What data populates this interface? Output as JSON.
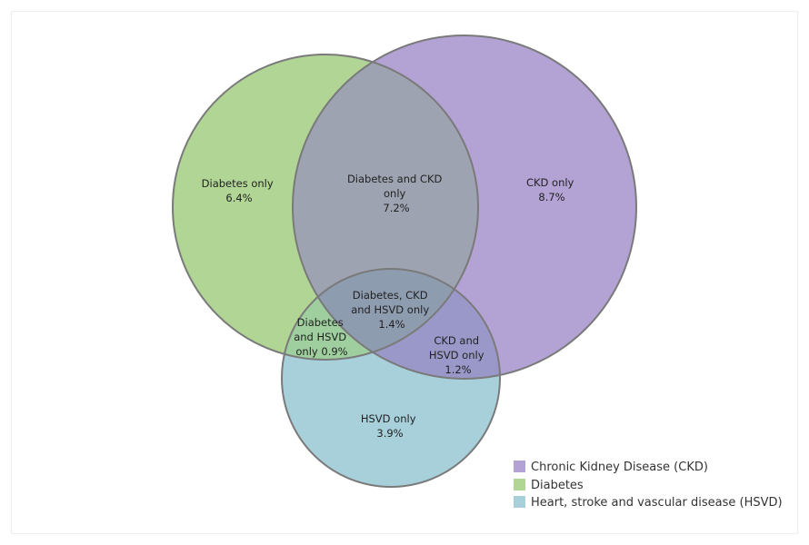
{
  "sets": [
    {
      "key": "ckd",
      "legend": "Chronic Kidney Disease (CKD)",
      "color": "#b3a2d4"
    },
    {
      "key": "diabetes",
      "legend": "Diabetes",
      "color": "#b1d595"
    },
    {
      "key": "hsvd",
      "legend": "Heart, stroke and vascular disease (HSVD)",
      "color": "#a7d0db"
    }
  ],
  "regions": {
    "diabetes_only": {
      "lines": [
        "Diabetes only",
        "6.4%"
      ],
      "value_pct": 6.4
    },
    "ckd_only": {
      "lines": [
        "CKD only",
        "8.7%"
      ],
      "value_pct": 8.7
    },
    "diabetes_ckd": {
      "lines": [
        "Diabetes and CKD",
        "only",
        "7.2%"
      ],
      "value_pct": 7.2
    },
    "all_three": {
      "lines": [
        "Diabetes, CKD",
        "and HSVD only",
        "1.4%"
      ],
      "value_pct": 1.4
    },
    "diabetes_hsvd": {
      "lines": [
        "Diabetes",
        "and HSVD",
        "only 0.9%"
      ],
      "value_pct": 0.9
    },
    "ckd_hsvd": {
      "lines": [
        "CKD and",
        "HSVD only",
        "1.2%"
      ],
      "value_pct": 1.2
    },
    "hsvd_only": {
      "lines": [
        "HSVD only",
        "3.9%"
      ],
      "value_pct": 3.9
    }
  },
  "colors": {
    "outline": "#7a7a7a",
    "overlap_diabetes_ckd": "#9ea3b1",
    "overlap_all_three": "#8e9cb0",
    "overlap_diabetes_hsvd": "#9fcf9e",
    "overlap_ckd_hsvd": "#9a98c9"
  }
}
